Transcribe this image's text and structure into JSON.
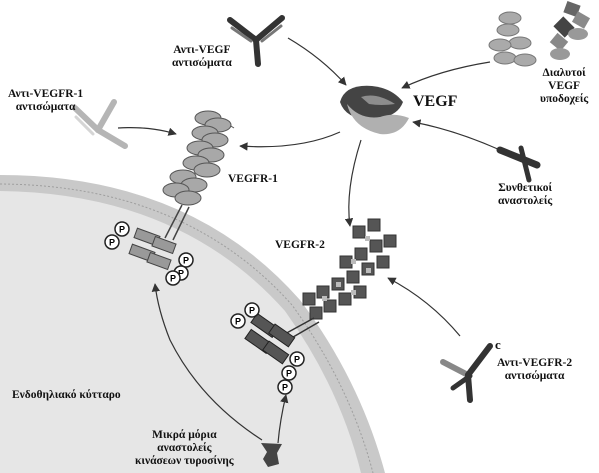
{
  "labels": {
    "vegf": "VEGF",
    "vegfr1": "VEGFR-1",
    "vegfr2": "VEGFR-2",
    "anti_vegf": [
      "Αντι-VEGF",
      "αντισώματα"
    ],
    "anti_vegfr1": [
      "Αντι-VEGFR-1",
      "αντισώματα"
    ],
    "anti_vegfr2": [
      "Αντι-VEGFR-2",
      "αντισώματα"
    ],
    "soluble_receptors": [
      "Διαλυτοί",
      "VEGF",
      "υποδοχείς"
    ],
    "synthetic_inhibitors": [
      "Συνθετικοί",
      "αναστολείς"
    ],
    "endothelial_cell": "Ενδοθηλιακό κύτταρο",
    "small_molecules": [
      "Μικρά μόρια",
      "αναστολείς",
      "κινάσεων τυροσίνης"
    ],
    "corner_mark": "c",
    "phosphate": "P"
  },
  "colors": {
    "cytoplasm": "#e6e6e6",
    "membrane": "#c9c9c9",
    "dark_gray": "#444444",
    "mid_gray": "#9a9a9a",
    "light_gray": "#bdbdbd"
  }
}
